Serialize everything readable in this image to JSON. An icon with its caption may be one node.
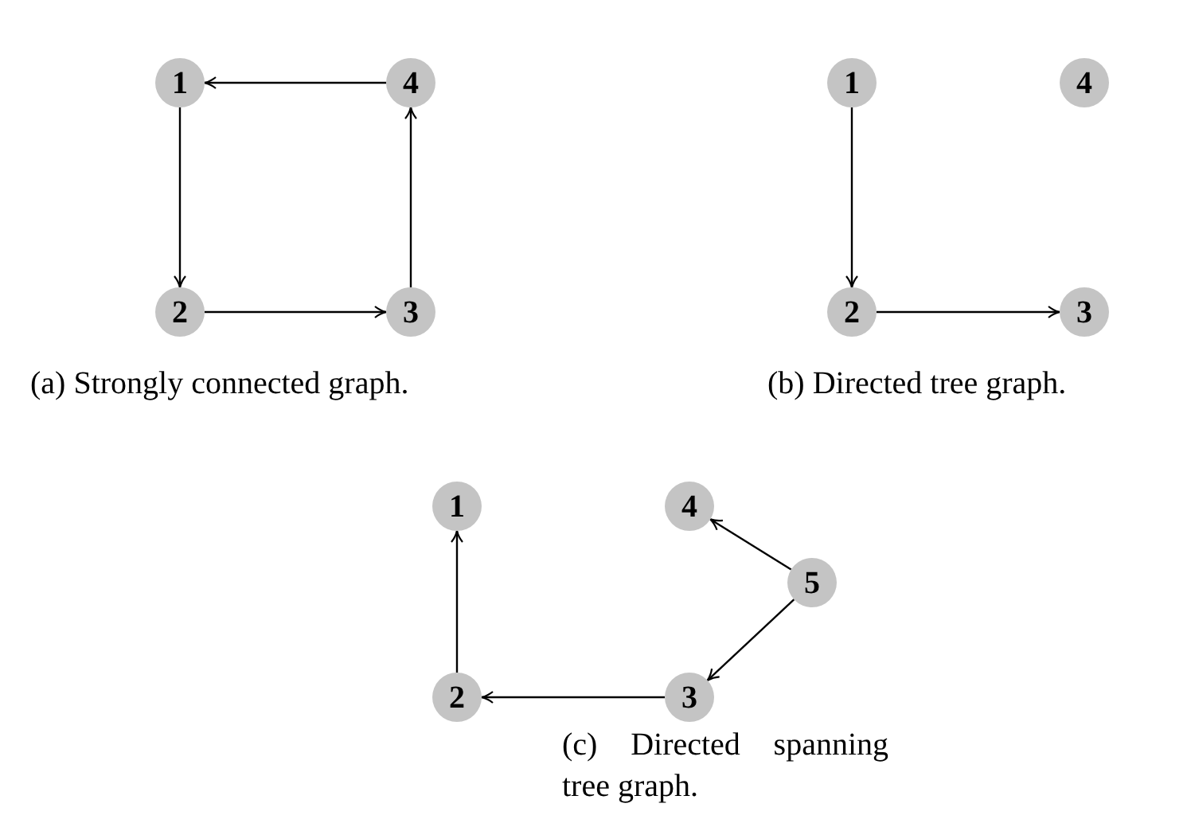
{
  "diagram": {
    "nodes": [
      {
        "text": [
          "1"
        ]
      },
      {
        "text": [
          "4"
        ]
      },
      {
        "text": [
          "2"
        ]
      },
      {
        "text": [
          "3"
        ]
      },
      {
        "text": [
          "1"
        ]
      },
      {
        "text": [
          "4"
        ]
      },
      {
        "text": [
          "2"
        ]
      },
      {
        "text": [
          "3"
        ]
      },
      {
        "text": [
          "1"
        ]
      },
      {
        "text": [
          "4"
        ]
      },
      {
        "text": [
          "5"
        ]
      },
      {
        "text": [
          "2"
        ]
      },
      {
        "text": [
          "3"
        ]
      }
    ],
    "edges": [
      {
        "from": 1,
        "to": 0,
        "arrow": "to"
      },
      {
        "from": 0,
        "to": 2,
        "arrow": "to"
      },
      {
        "from": 2,
        "to": 3,
        "arrow": "to"
      },
      {
        "from": 3,
        "to": 1,
        "arrow": "to"
      },
      {
        "from": 4,
        "to": 6,
        "arrow": "to"
      },
      {
        "from": 6,
        "to": 7,
        "arrow": "to"
      },
      {
        "from": 11,
        "to": 8,
        "arrow": "to"
      },
      {
        "from": 10,
        "to": 9,
        "arrow": "to"
      },
      {
        "from": 10,
        "to": 12,
        "arrow": "to"
      },
      {
        "from": 12,
        "to": 11,
        "arrow": "to"
      }
    ],
    "labels": [
      "(a) Strongly connected graph.",
      "(b) Directed tree graph.",
      "(c) Directed spanning tree graph."
    ]
  }
}
